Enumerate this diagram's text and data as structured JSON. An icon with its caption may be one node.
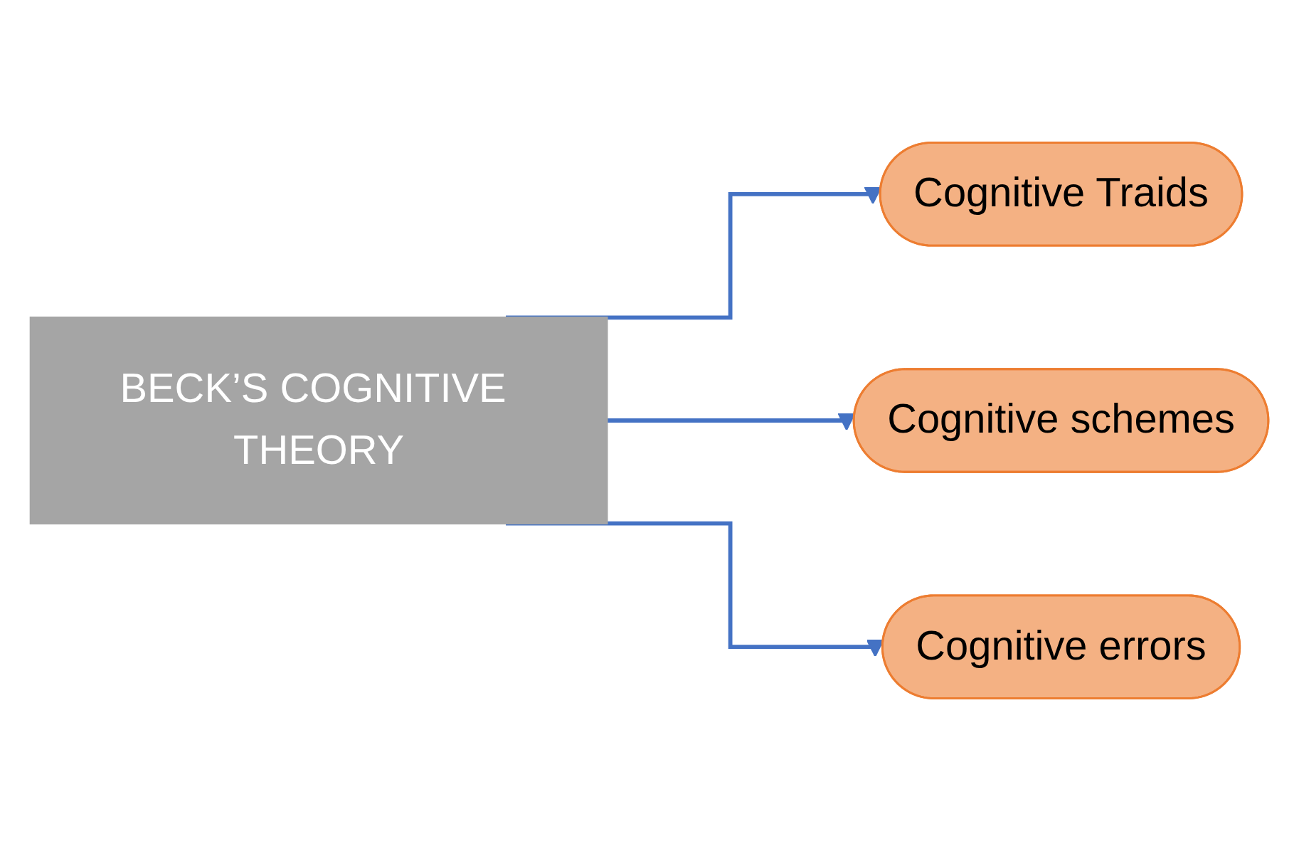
{
  "diagram": {
    "nodes": [
      {
        "text": [
          "BECK’S COGNITIVE THEORY"
        ]
      },
      {
        "text": [
          "Cognitive Traids"
        ]
      },
      {
        "text": [
          "Cognitive schemes"
        ]
      },
      {
        "text": [
          "Cognitive errors"
        ]
      }
    ],
    "edges": [
      {
        "from": 0,
        "to": 1,
        "arrow": "to"
      },
      {
        "from": 0,
        "to": 2,
        "arrow": "to"
      },
      {
        "from": 0,
        "to": 3,
        "arrow": "to"
      }
    ]
  }
}
